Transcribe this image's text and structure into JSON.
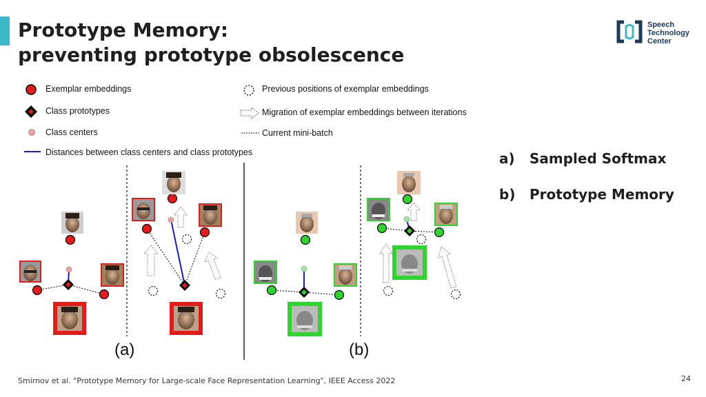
{
  "slide": {
    "title_line1": "Prototype Memory:",
    "title_line2": "preventing prototype obsolescence",
    "accent_color": "#3bb9c9",
    "page_number": "24",
    "footer": "Smirnov et al. \"Prototype Memory for Large-scale Face Representation Learning\", IEEE Access 2022"
  },
  "logo": {
    "line1": "Speech",
    "line2": "Technology",
    "line3": "Center",
    "icon": "stc-bracket-logo-icon"
  },
  "legend": {
    "exemplar": "Exemplar embeddings",
    "prototypes": "Class prototypes",
    "centers": "Class centers",
    "distances": "Distances between class centers and class prototypes",
    "previous": "Previous positions of exemplar embeddings",
    "migration": "Migration of exemplar embeddings between iterations",
    "minibatch": "Current mini-batch"
  },
  "panels": {
    "a_label": "(a)",
    "b_label": "(b)"
  },
  "methods": [
    {
      "marker": "a)",
      "name": "Sampled Softmax"
    },
    {
      "marker": "b)",
      "name": "Prototype Memory"
    }
  ],
  "colors": {
    "panel_a_embedding": "#e21b1b",
    "panel_b_embedding": "#2fd42f",
    "class_center": "#f4a0a0",
    "distance_line": "#1a1acc"
  }
}
